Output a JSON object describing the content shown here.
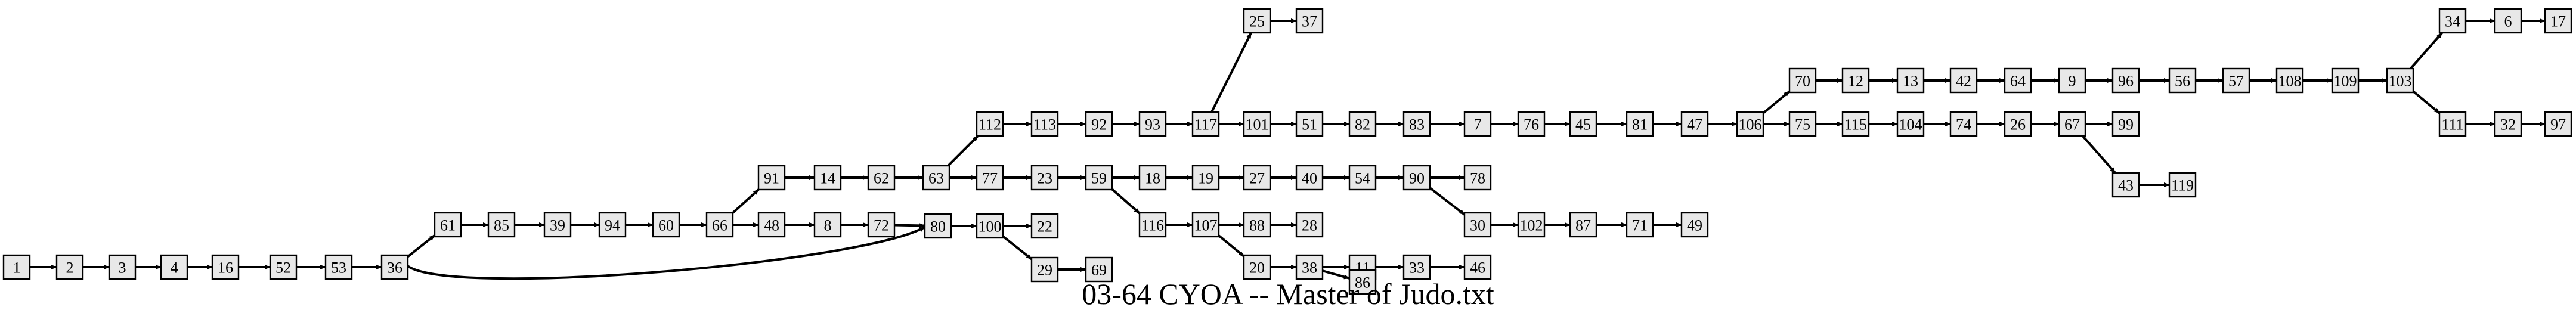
{
  "diagram": {
    "title": "03-64 CYOA -- Master of Judo.txt",
    "colors": {
      "node_fill": "#e8e8e8",
      "stroke": "#000000",
      "background": "#ffffff"
    },
    "nodes": [
      "1",
      "2",
      "3",
      "4",
      "16",
      "52",
      "53",
      "36",
      "61",
      "85",
      "39",
      "94",
      "60",
      "66",
      "91",
      "48",
      "14",
      "62",
      "8",
      "72",
      "80",
      "63",
      "112",
      "77",
      "100",
      "22",
      "29",
      "69",
      "113",
      "23",
      "92",
      "59",
      "18",
      "116",
      "93",
      "19",
      "107",
      "117",
      "25",
      "101",
      "37",
      "51",
      "27",
      "88",
      "40",
      "20",
      "28",
      "38",
      "82",
      "54",
      "11",
      "86",
      "83",
      "90",
      "33",
      "7",
      "78",
      "30",
      "46",
      "76",
      "102",
      "45",
      "87",
      "81",
      "71",
      "47",
      "49",
      "106",
      "70",
      "75",
      "12",
      "115",
      "13",
      "104",
      "42",
      "74",
      "64",
      "26",
      "9",
      "67",
      "99",
      "43",
      "119",
      "96",
      "56",
      "57",
      "108",
      "109",
      "103",
      "34",
      "111",
      "6",
      "17",
      "32",
      "97"
    ],
    "edges": [
      [
        "1",
        "2"
      ],
      [
        "2",
        "3"
      ],
      [
        "3",
        "4"
      ],
      [
        "4",
        "16"
      ],
      [
        "16",
        "52"
      ],
      [
        "52",
        "53"
      ],
      [
        "53",
        "36"
      ],
      [
        "36",
        "61"
      ],
      [
        "36",
        "80"
      ],
      [
        "61",
        "85"
      ],
      [
        "85",
        "39"
      ],
      [
        "39",
        "94"
      ],
      [
        "94",
        "60"
      ],
      [
        "60",
        "66"
      ],
      [
        "66",
        "91"
      ],
      [
        "66",
        "48"
      ],
      [
        "91",
        "14"
      ],
      [
        "14",
        "62"
      ],
      [
        "62",
        "63"
      ],
      [
        "48",
        "8"
      ],
      [
        "8",
        "72"
      ],
      [
        "72",
        "80"
      ],
      [
        "80",
        "100"
      ],
      [
        "100",
        "22"
      ],
      [
        "100",
        "29"
      ],
      [
        "29",
        "69"
      ],
      [
        "63",
        "112"
      ],
      [
        "63",
        "77"
      ],
      [
        "112",
        "113"
      ],
      [
        "113",
        "92"
      ],
      [
        "92",
        "93"
      ],
      [
        "93",
        "117"
      ],
      [
        "117",
        "25"
      ],
      [
        "117",
        "101"
      ],
      [
        "25",
        "37"
      ],
      [
        "101",
        "51"
      ],
      [
        "51",
        "82"
      ],
      [
        "82",
        "83"
      ],
      [
        "83",
        "7"
      ],
      [
        "7",
        "76"
      ],
      [
        "76",
        "45"
      ],
      [
        "45",
        "81"
      ],
      [
        "81",
        "47"
      ],
      [
        "47",
        "106"
      ],
      [
        "106",
        "70"
      ],
      [
        "106",
        "75"
      ],
      [
        "70",
        "12"
      ],
      [
        "12",
        "13"
      ],
      [
        "13",
        "42"
      ],
      [
        "42",
        "64"
      ],
      [
        "64",
        "9"
      ],
      [
        "9",
        "96"
      ],
      [
        "96",
        "56"
      ],
      [
        "56",
        "57"
      ],
      [
        "57",
        "108"
      ],
      [
        "108",
        "109"
      ],
      [
        "109",
        "103"
      ],
      [
        "103",
        "34"
      ],
      [
        "103",
        "111"
      ],
      [
        "34",
        "6"
      ],
      [
        "6",
        "17"
      ],
      [
        "111",
        "32"
      ],
      [
        "32",
        "97"
      ],
      [
        "75",
        "115"
      ],
      [
        "115",
        "104"
      ],
      [
        "104",
        "74"
      ],
      [
        "74",
        "26"
      ],
      [
        "26",
        "67"
      ],
      [
        "67",
        "99"
      ],
      [
        "67",
        "43"
      ],
      [
        "43",
        "119"
      ],
      [
        "77",
        "23"
      ],
      [
        "23",
        "59"
      ],
      [
        "59",
        "18"
      ],
      [
        "59",
        "116"
      ],
      [
        "18",
        "19"
      ],
      [
        "19",
        "27"
      ],
      [
        "27",
        "40"
      ],
      [
        "40",
        "54"
      ],
      [
        "54",
        "90"
      ],
      [
        "90",
        "78"
      ],
      [
        "90",
        "30"
      ],
      [
        "30",
        "102"
      ],
      [
        "102",
        "87"
      ],
      [
        "87",
        "71"
      ],
      [
        "71",
        "49"
      ],
      [
        "116",
        "107"
      ],
      [
        "107",
        "88"
      ],
      [
        "107",
        "20"
      ],
      [
        "88",
        "28"
      ],
      [
        "20",
        "38"
      ],
      [
        "38",
        "11"
      ],
      [
        "38",
        "86"
      ],
      [
        "11",
        "33"
      ],
      [
        "33",
        "46"
      ]
    ]
  }
}
